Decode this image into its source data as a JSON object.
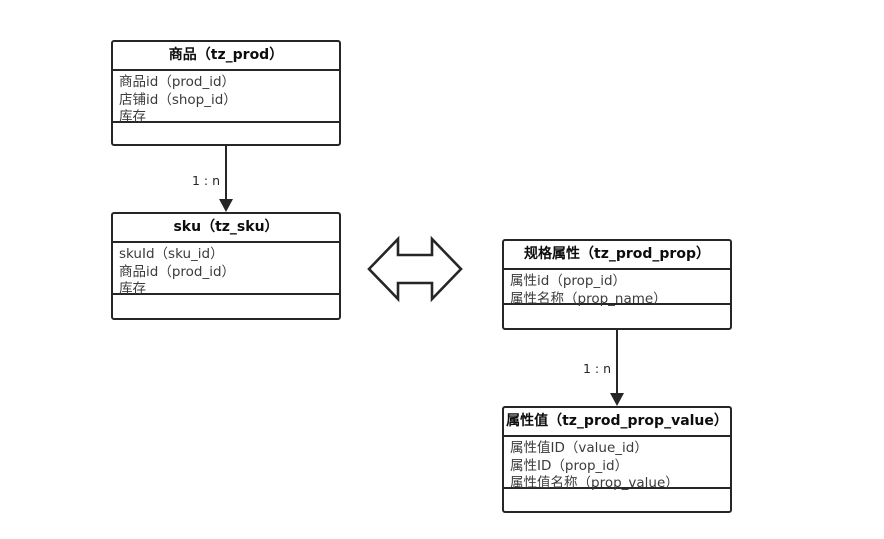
{
  "diagram": {
    "title_semantic": "product-sku-spec-er-diagram",
    "stroke_color": "#262626",
    "title_text_color": "#0d0d0d",
    "attr_text_color": "#3b3b3b",
    "background": "#ffffff"
  },
  "entities": [
    {
      "id": "tz_prod",
      "title": "商品（tz_prod）",
      "attributes": [
        "商品id（prod_id）",
        "店铺id（shop_id）",
        "库存"
      ],
      "methods": []
    },
    {
      "id": "tz_sku",
      "title": "sku（tz_sku）",
      "attributes": [
        "skuId（sku_id）",
        "商品id（prod_id）",
        "库存"
      ],
      "methods": []
    },
    {
      "id": "tz_prod_prop",
      "title": "规格属性（tz_prod_prop）",
      "attributes": [
        "属性id（prop_id）",
        "属性名称（prop_name）"
      ],
      "methods": []
    },
    {
      "id": "tz_prod_prop_value",
      "title": "属性值（tz_prod_prop_value）",
      "attributes": [
        "属性值ID（value_id）",
        "属性ID（prop_id）",
        "属性值名称（prop_value）"
      ],
      "methods": []
    }
  ],
  "connectors": [
    {
      "id": "prod-to-sku",
      "from": "tz_prod",
      "to": "tz_sku",
      "label": "1 : n"
    },
    {
      "id": "prop-to-prop-value",
      "from": "tz_prod_prop",
      "to": "tz_prod_prop_value",
      "label": "1 : n"
    }
  ],
  "symbols": [
    {
      "id": "sku-prop-link",
      "name": "double-headed-arrow",
      "between": [
        "tz_sku",
        "tz_prod_prop"
      ]
    }
  ]
}
